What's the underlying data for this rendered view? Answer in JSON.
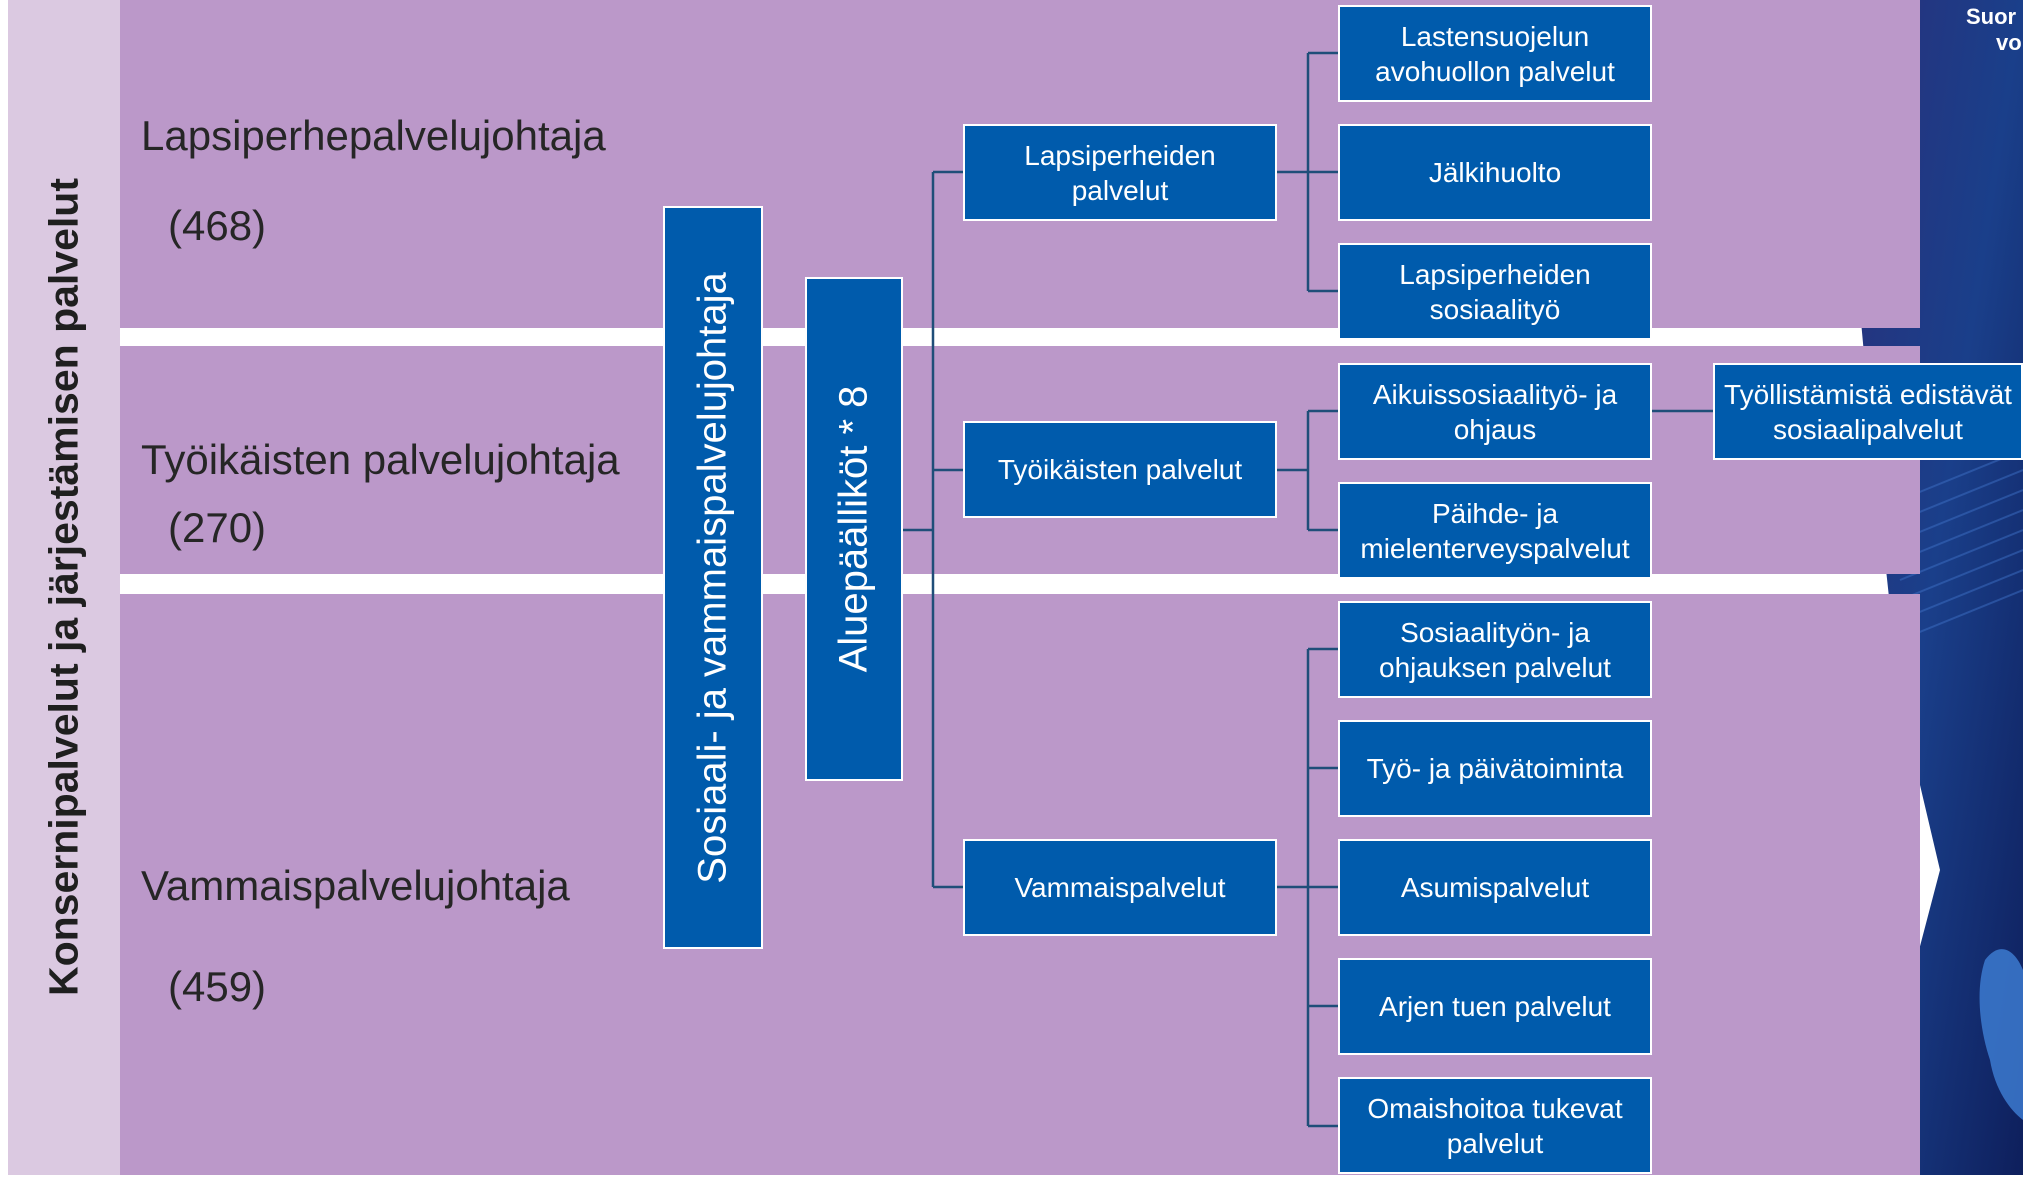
{
  "sidebar": {
    "title": "Konsernipalvelut ja järjestämisen palvelut"
  },
  "bands": [
    {
      "title": "Lapsiperhepalvelujohtaja",
      "count": "(468)"
    },
    {
      "title": "Työikäisten palvelujohtaja",
      "count": "(270)"
    },
    {
      "title": "Vammaispalvelujohtaja",
      "count": "(459)"
    }
  ],
  "director": {
    "label": "Sosiaali- ja vammaispalvelujohtaja"
  },
  "area_managers": {
    "label": "Aluepäälliköt * 8"
  },
  "services": [
    {
      "label": "Lapsiperheiden palvelut",
      "children": [
        "Lastensuojelun avohuollon palvelut",
        "Jälkihuolto",
        "Lapsiperheiden sosiaalityö"
      ]
    },
    {
      "label": "Työikäisten palvelut",
      "children": [
        "Aikuissosiaalityö- ja ohjaus",
        "Päihde- ja mielenterveyspalvelut"
      ]
    },
    {
      "label": "Vammaispalvelut",
      "children": [
        "Sosiaalityön- ja ohjauksen palvelut",
        "Työ- ja päivätoiminta",
        "Asumispalvelut",
        "Arjen tuen palvelut",
        "Omaishoitoa tukevat palvelut"
      ]
    }
  ],
  "extra_unit": {
    "label": "Työllistämistä edistävät sosiaalipalvelut"
  },
  "corner_text": {
    "line1": "Suor",
    "line2": "vo"
  },
  "colors": {
    "band": "#bb98c9",
    "sidebar": "#dbc9e1",
    "box": "#005bac",
    "connector": "#1f4e79",
    "panel": "#1a2a6c"
  }
}
